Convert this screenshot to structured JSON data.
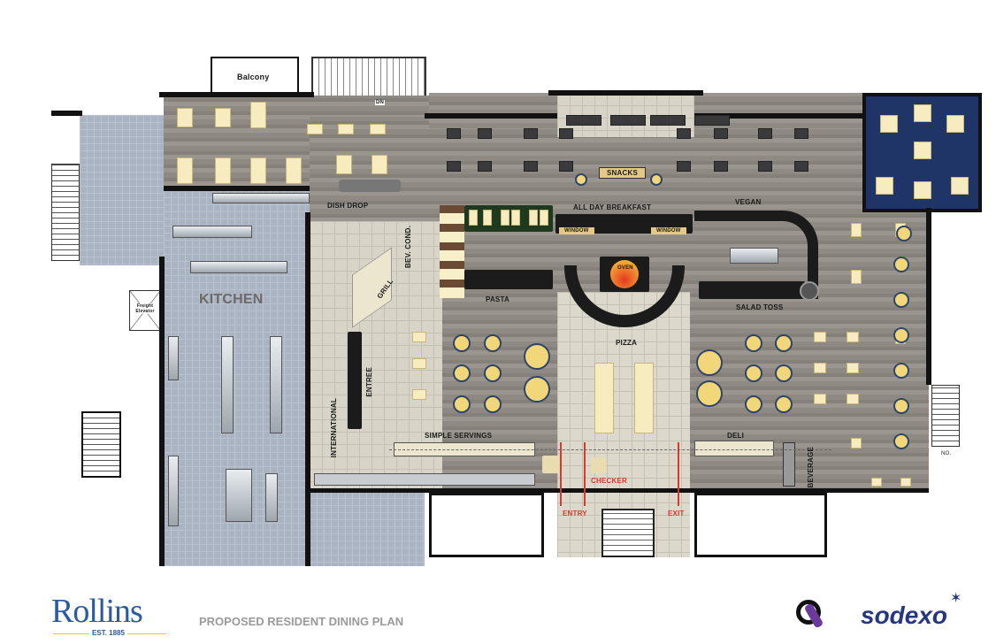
{
  "plan": {
    "labels": {
      "balcony": "Balcony",
      "dn": "DN",
      "dish_drop": "DISH DROP",
      "kitchen": "KITCHEN",
      "freight_elevator": "Freight Elevator",
      "bev_cond": "BEV. COND.",
      "grill": "GRILL",
      "entree": "ENTREE",
      "international": "INTERNATIONAL",
      "simple_servings": "SIMPLE SERVINGS",
      "pasta": "PASTA",
      "all_day_breakfast": "ALL DAY BREAKFAST",
      "window_left": "WINDOW",
      "window_right": "WINDOW",
      "oven": "OVEN",
      "pizza": "PIZZA",
      "vegan": "VEGAN",
      "salad_toss": "SALAD TOSS",
      "snacks": "SNACKS",
      "deli": "DELI",
      "beverage": "BEVERAGE",
      "checker": "CHECKER",
      "entry": "ENTRY",
      "exit": "EXIT",
      "no": "NO."
    }
  },
  "footer": {
    "client_logo": "Rollins",
    "client_est": "EST. 1885",
    "title": "PROPOSED RESIDENT DINING PLAN",
    "partner_logo": "sodexo"
  },
  "colors": {
    "kitchen": "#a9b3c2",
    "navy_room": "#1f3467",
    "flow_arrows": "#d63a2a",
    "rollins_blue": "#2a5aa0",
    "rollins_gold": "#f2c230",
    "sodexo_blue": "#26377f"
  }
}
